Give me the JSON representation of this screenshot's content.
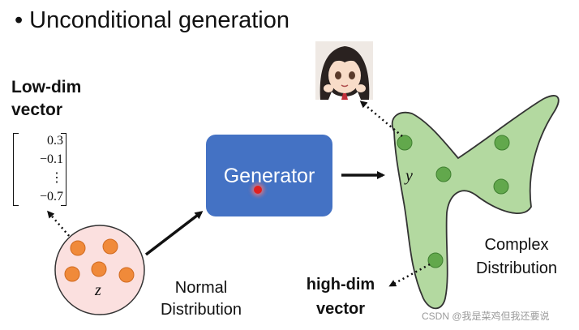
{
  "title": "Unconditional generation",
  "bullet": "•",
  "low_dim_label": [
    "Low-dim",
    "vector"
  ],
  "low_dim_vector": [
    "0.3",
    "−0.1",
    "⋮",
    "−0.7"
  ],
  "generator_label": "Generator",
  "z_symbol": "z",
  "y_symbol": "y",
  "normal_distribution_label": [
    "Normal",
    "Distribution"
  ],
  "complex_distribution_label": [
    "Complex",
    "Distribution"
  ],
  "high_dim_label": [
    "high-dim",
    "vector"
  ],
  "watermark": "CSDN @我是菜鸡但我还要说",
  "colors": {
    "generator_fill": "#4472c4",
    "normal_circle_fill": "#fbe0df",
    "normal_dot_fill": "#f08a3a",
    "complex_fill": "#b3d9a0",
    "complex_dot_fill": "#62a84c"
  }
}
